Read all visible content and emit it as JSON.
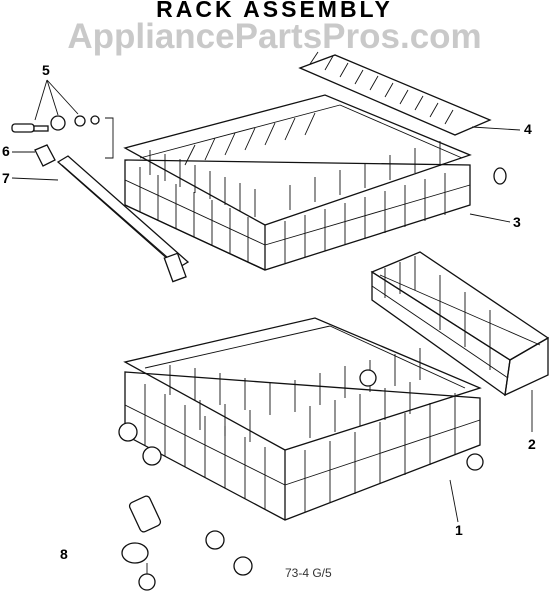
{
  "title": "RACK ASSEMBLY",
  "watermark": "AppliancePartsPros.com",
  "callouts": {
    "c1": "1",
    "c2": "2",
    "c3": "3",
    "c4": "4",
    "c5": "5",
    "c6": "6",
    "c7": "7",
    "c8": "8"
  },
  "footer": "73-4 G/5"
}
